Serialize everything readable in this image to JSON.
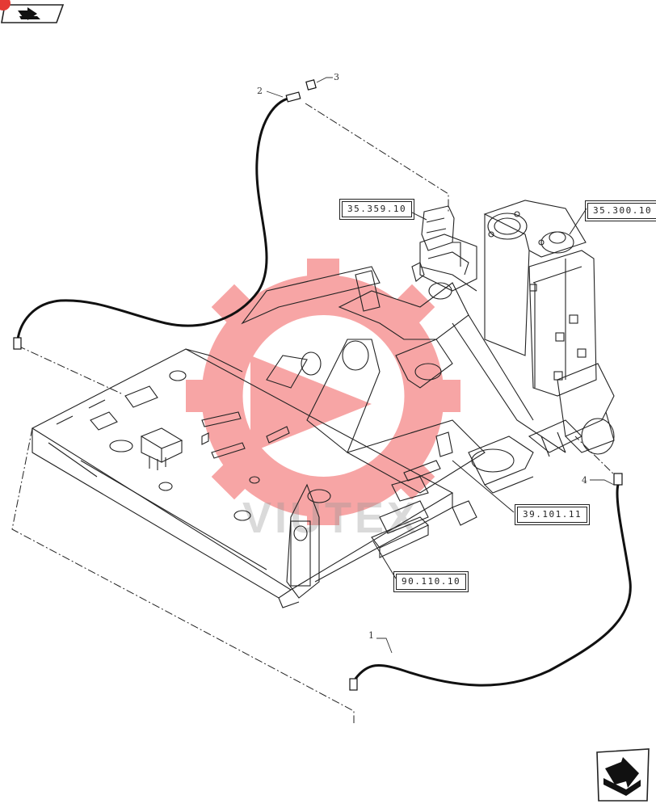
{
  "watermark": {
    "text": "VIUTEX",
    "color": "#ee3a3a"
  },
  "callouts": [
    {
      "id": "c1",
      "label": "35.359.10"
    },
    {
      "id": "c2",
      "label": "35.300.10"
    },
    {
      "id": "c3",
      "label": "39.101.11"
    },
    {
      "id": "c4",
      "label": "90.110.10"
    }
  ],
  "item_numbers": [
    "1",
    "2",
    "3",
    "4"
  ],
  "icons": {
    "top_left": "previous-page-arrow-icon",
    "bottom_right": "next-page-arrow-icon",
    "badge": "page-badge-icon"
  },
  "colors": {
    "line": "#222222",
    "badge": "#e53935"
  }
}
